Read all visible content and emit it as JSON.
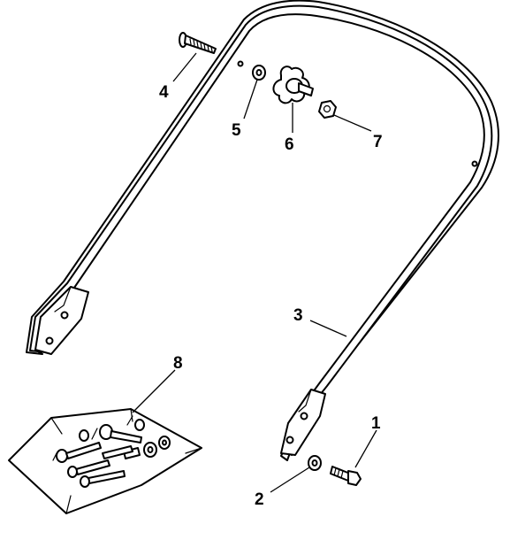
{
  "diagram": {
    "callouts": {
      "p1": "1",
      "p2": "2",
      "p3": "3",
      "p4": "4",
      "p5": "5",
      "p6": "6",
      "p7": "7",
      "p8": "8"
    }
  }
}
